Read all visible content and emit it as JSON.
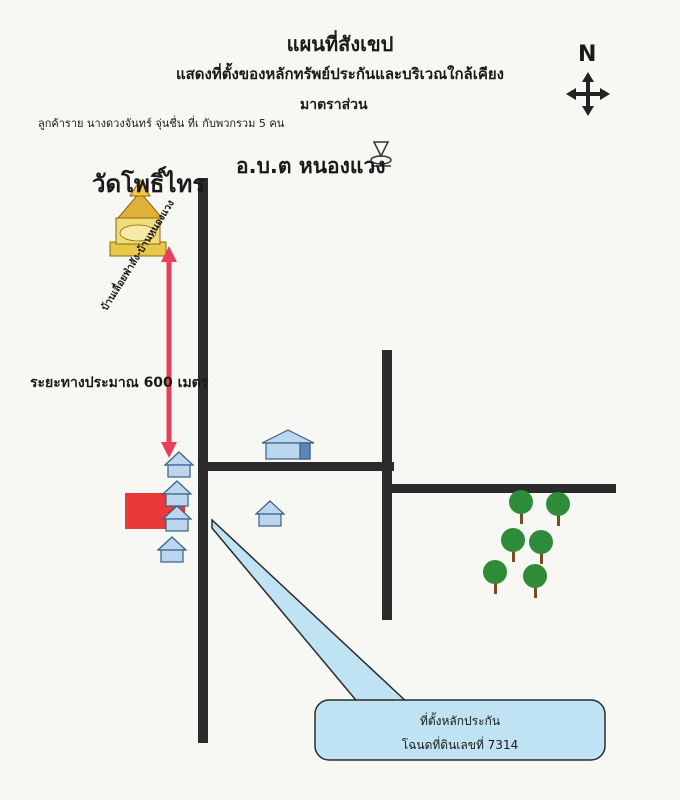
{
  "title": "แผนที่สังเขป",
  "subtitle": "แสดงที่ตั้งของหลักทรัพย์ประกันและบริเวณใกล้เคียง",
  "scale_note": "มาตราส่วน",
  "customer": "ลูกค้าราย    นางดวงจันทร์ จุ่นชื่น ที่เ กับพวกรวม 5 คน",
  "landmarks": {
    "temple": "วัดโพธิ์ไทร",
    "obt": "อ.บ.ต หนองแวง"
  },
  "road_label": "บ้านเลื่อยฟ่าสัง-บ้านหนองแวง",
  "distance": "ระยะทางประมาณ 600 เมตร",
  "compass": "N",
  "callout": {
    "line1": "ที่ตั้งหลักประกัน",
    "line2": "โฉนดที่ดินเลขที่  7314"
  },
  "colors": {
    "road": "#2b2b2b",
    "arrow": "#e8405a",
    "property": "#e8383a",
    "callout_fill": "#bfe3f2",
    "house_fill": "#bcd6ef",
    "tree": "#2e8b3a",
    "temple": "#e8c84a"
  },
  "icons": [
    "temple-icon",
    "obt-emblem-icon",
    "house-icon",
    "tree-icon",
    "compass-arrows-icon"
  ]
}
